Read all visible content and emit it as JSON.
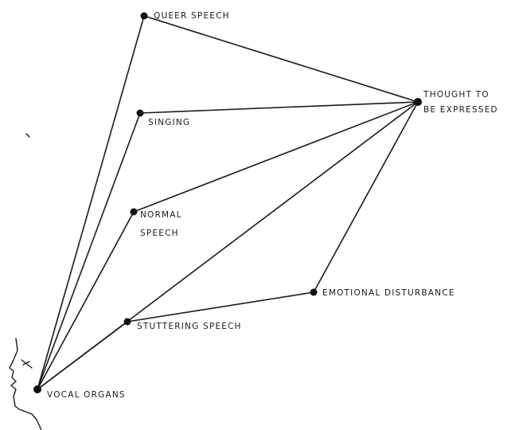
{
  "diagram": {
    "nodes": {
      "queer_speech": {
        "label": "QUEER SPEECH"
      },
      "singing": {
        "label": "SINGING"
      },
      "normal_speech": {
        "label_line1": "NORMAL",
        "label_line2": "SPEECH"
      },
      "stuttering_speech": {
        "label": "STUTTERING SPEECH"
      },
      "emotional_disturbance": {
        "label": "EMOTIONAL DISTURBANCE"
      },
      "thought": {
        "label_line1": "THOUGHT TO",
        "label_line2": "BE EXPRESSED"
      },
      "vocal_organs": {
        "label": "VOCAL ORGANS"
      }
    },
    "edges": [
      [
        "vocal_organs",
        "queer_speech"
      ],
      [
        "vocal_organs",
        "singing"
      ],
      [
        "vocal_organs",
        "normal_speech"
      ],
      [
        "vocal_organs",
        "stuttering_speech"
      ],
      [
        "vocal_organs",
        "thought"
      ],
      [
        "queer_speech",
        "thought"
      ],
      [
        "singing",
        "thought"
      ],
      [
        "normal_speech",
        "thought"
      ],
      [
        "stuttering_speech",
        "emotional_disturbance"
      ],
      [
        "emotional_disturbance",
        "thought"
      ]
    ]
  }
}
